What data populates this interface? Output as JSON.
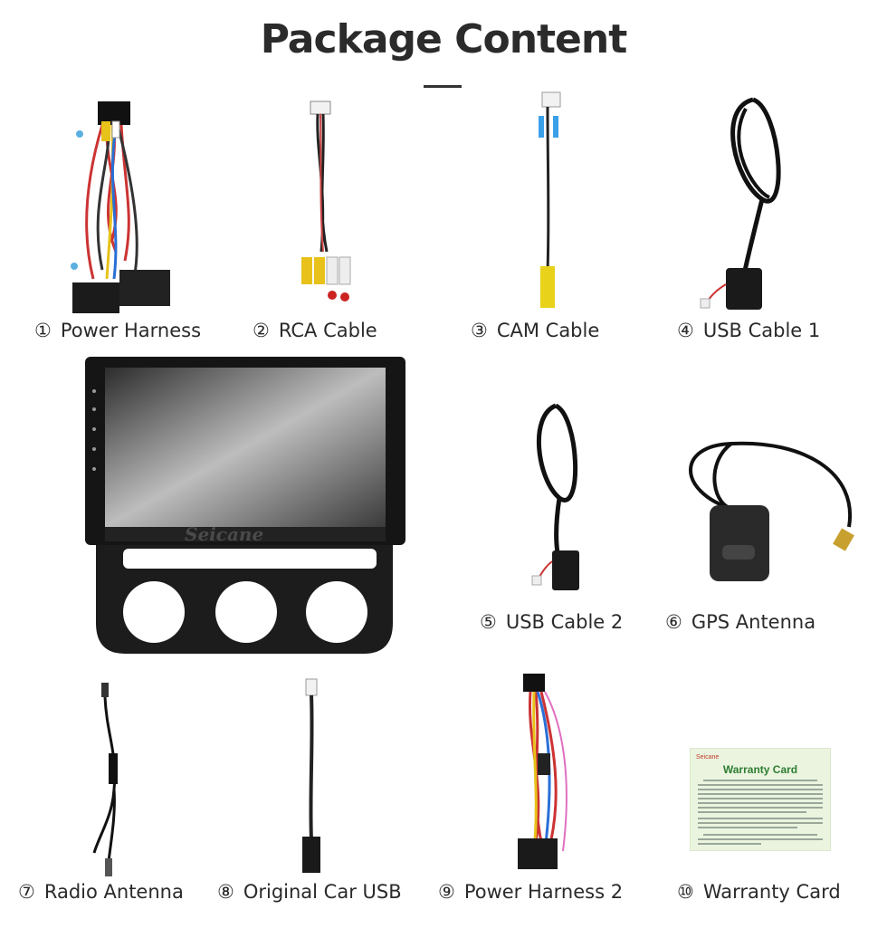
{
  "page": {
    "title": "Package Content"
  },
  "brand": {
    "name": "Seicane"
  },
  "items": [
    {
      "num": "①",
      "label": "Power Harness"
    },
    {
      "num": "②",
      "label": "RCA Cable"
    },
    {
      "num": "③",
      "label": "CAM Cable"
    },
    {
      "num": "④",
      "label": "USB Cable 1"
    },
    {
      "num": "⑤",
      "label": "USB Cable 2"
    },
    {
      "num": "⑥",
      "label": "GPS Antenna"
    },
    {
      "num": "⑦",
      "label": "Radio Antenna"
    },
    {
      "num": "⑧",
      "label": "Original Car USB"
    },
    {
      "num": "⑨",
      "label": "Power Harness 2"
    },
    {
      "num": "⑩",
      "label": "Warranty Card"
    }
  ],
  "warranty_card": {
    "brand": "Seicane",
    "title": "Warranty Card"
  },
  "colors": {
    "title": "#2b2b2b",
    "card_bg": "#eaf4df",
    "card_title": "#2e7d32"
  }
}
